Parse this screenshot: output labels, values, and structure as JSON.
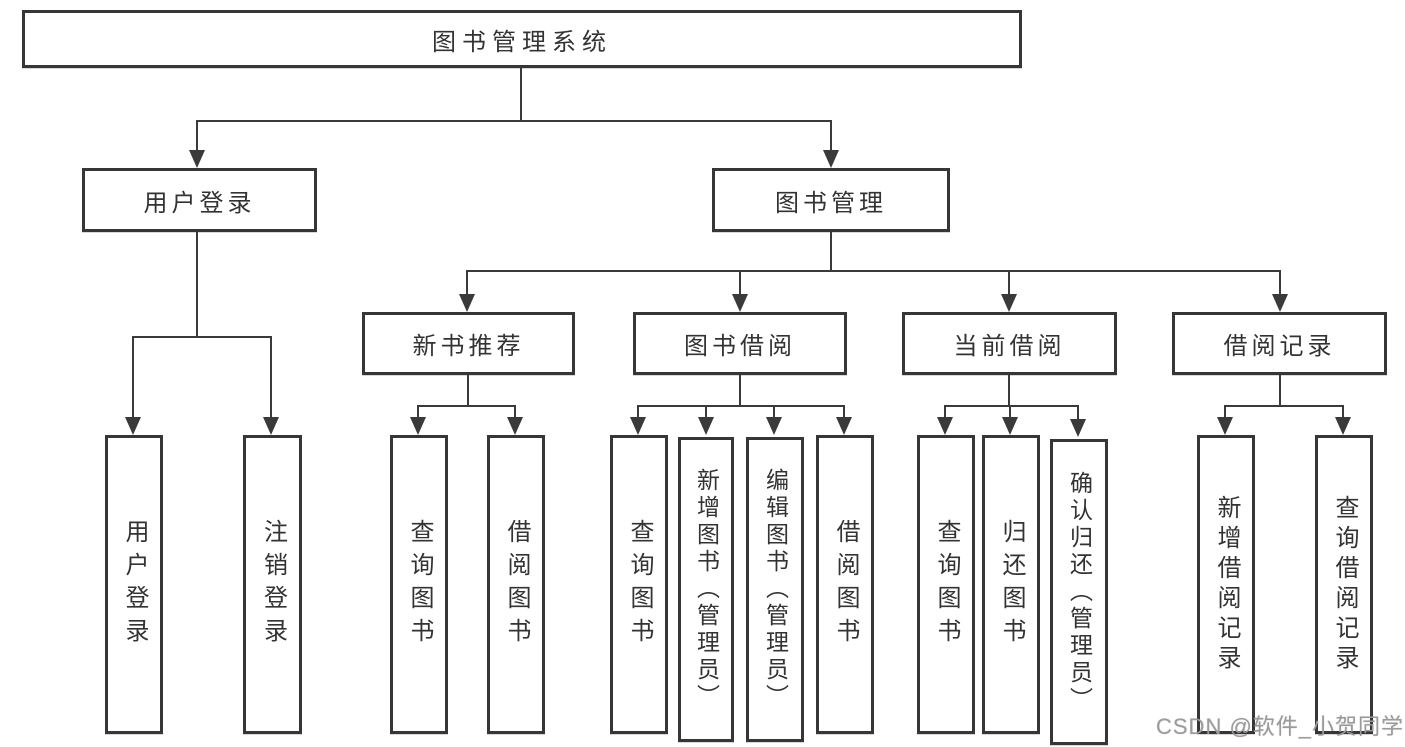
{
  "diagram": {
    "root": {
      "label": "图书管理系统"
    },
    "level2": [
      {
        "label": "用户登录"
      },
      {
        "label": "图书管理"
      }
    ],
    "level3": [
      {
        "label": "新书推荐"
      },
      {
        "label": "图书借阅"
      },
      {
        "label": "当前借阅"
      },
      {
        "label": "借阅记录"
      }
    ],
    "leaves": {
      "user_login": [
        "用户登录",
        "注销登录"
      ],
      "new_book_recommend": [
        "查询图书",
        "借阅图书"
      ],
      "book_borrowing": [
        "查询图书",
        "新增图书（管理员）",
        "编辑图书（管理员）",
        "借阅图书"
      ],
      "current_borrowing": [
        "查询图书",
        "归还图书",
        "确认归还（管理员）"
      ],
      "borrowing_records": [
        "新增借阅记录",
        "查询借阅记录"
      ]
    }
  },
  "watermark": {
    "text": "CSDN @软件_小贺同学"
  },
  "colors": {
    "line": "#3a3a3a",
    "text": "#333333",
    "box_background": "#ffffff",
    "watermark": "#9b9b9b",
    "background": "#ffffff"
  }
}
